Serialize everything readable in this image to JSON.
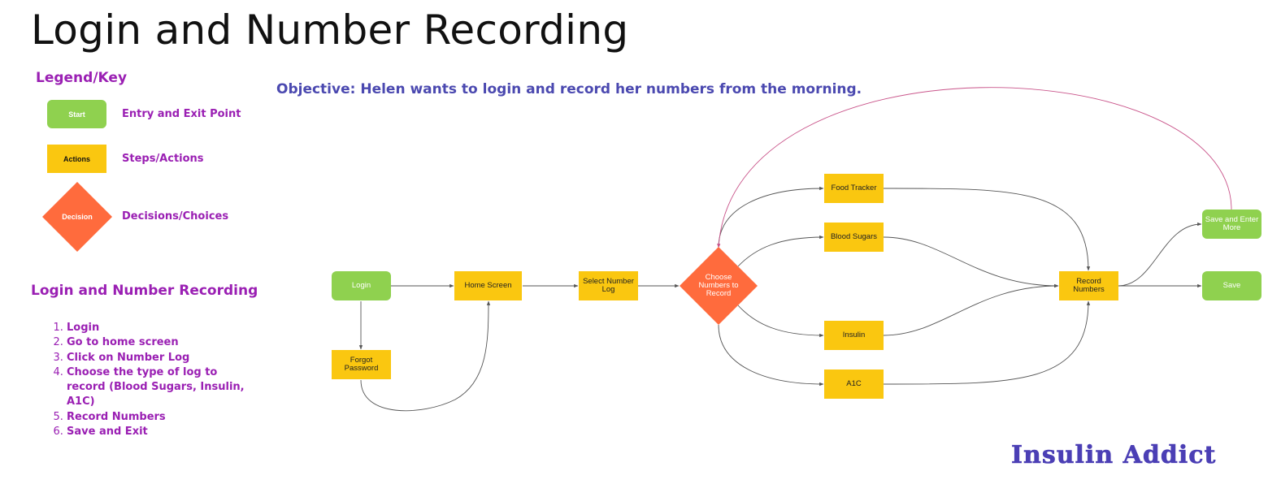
{
  "page_title": "Login and Number Recording",
  "legend": {
    "title": "Legend/Key",
    "items": [
      {
        "shape": "Start",
        "label": "Entry and Exit Point"
      },
      {
        "shape": "Actions",
        "label": "Steps/Actions"
      },
      {
        "shape": "Decision",
        "label": "Decisions/Choices"
      }
    ]
  },
  "steps_section": {
    "title": "Login and Number Recording",
    "steps": [
      "Login",
      "Go to home screen",
      "Click on Number Log",
      "Choose the type of log to record (Blood Sugars, Insulin, A1C)",
      "Record Numbers",
      "Save and Exit"
    ]
  },
  "objective": "Objective: Helen wants to login and record her numbers from the morning.",
  "flow": {
    "nodes": {
      "login": "Login",
      "forgot": "Forgot Password",
      "home": "Home Screen",
      "select": "Select Number Log",
      "choose": "Choose Numbers to Record",
      "food": "Food Tracker",
      "blood": "Blood Sugars",
      "insulin": "Insulin",
      "a1c": "A1C",
      "record": "Record Numbers",
      "save_more": "Save and  Enter More",
      "save": "Save"
    }
  },
  "brand": "Insulin Addict",
  "colors": {
    "terminal": "#8fd14f",
    "action": "#fac710",
    "decision": "#ff6b3d",
    "legend_text": "#9a1fb3",
    "objective_text": "#4b49b0",
    "connector": "#555555",
    "loop_connector": "#c9548a"
  }
}
